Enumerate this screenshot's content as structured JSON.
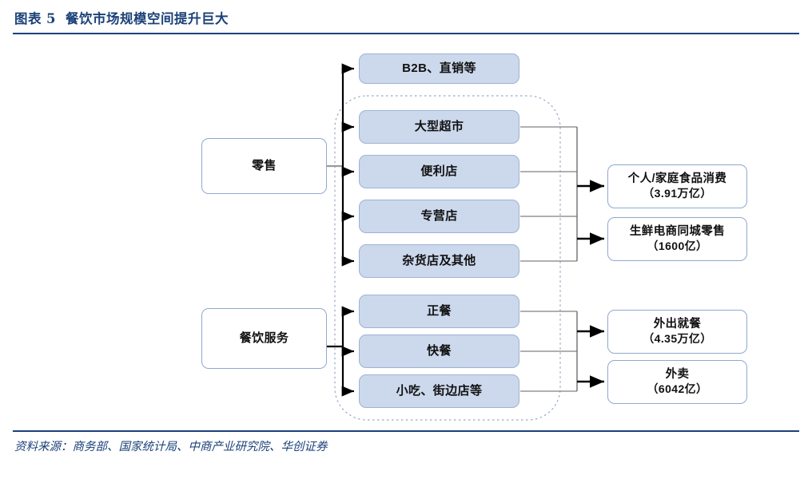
{
  "figure": {
    "label": "图表",
    "number": "5",
    "title": "餐饮市场规模空间提升巨大",
    "source_note": "资料来源：商务部、国家统计局、中商产业研究院、华创证券",
    "accent_color": "#1b4178",
    "node_fill_color": "#ccd8ec",
    "node_border_color": "#9db3d4"
  },
  "diagram": {
    "type": "flowchart",
    "sources": [
      {
        "id": "retail",
        "label": "零售"
      },
      {
        "id": "foodservice",
        "label": "餐饮服务"
      }
    ],
    "channels": [
      {
        "id": "b2b",
        "label": "B2B、直销等",
        "parent": "retail",
        "in_group": false
      },
      {
        "id": "hypermarket",
        "label": "大型超市",
        "parent": "retail",
        "in_group": true
      },
      {
        "id": "convenience",
        "label": "便利店",
        "parent": "retail",
        "in_group": true
      },
      {
        "id": "specialty",
        "label": "专营店",
        "parent": "retail",
        "in_group": true
      },
      {
        "id": "grocery",
        "label": "杂货店及其他",
        "parent": "retail",
        "in_group": true
      },
      {
        "id": "fulldining",
        "label": "正餐",
        "parent": "foodservice",
        "in_group": true
      },
      {
        "id": "fastfood",
        "label": "快餐",
        "parent": "foodservice",
        "in_group": true
      },
      {
        "id": "snack",
        "label": "小吃、街边店等",
        "parent": "foodservice",
        "in_group": true
      }
    ],
    "outcomes": [
      {
        "id": "household",
        "label": "个人/家庭食品消费",
        "value": "（3.91万亿）",
        "from": [
          "hypermarket",
          "convenience",
          "specialty"
        ]
      },
      {
        "id": "fresh_ecom",
        "label": "生鲜电商同城零售",
        "value": "（1600亿）",
        "from": [
          "specialty",
          "grocery"
        ]
      },
      {
        "id": "dining_out",
        "label": "外出就餐",
        "value": "（4.35万亿）",
        "from": [
          "fulldining",
          "fastfood"
        ]
      },
      {
        "id": "takeaway",
        "label": "外卖",
        "value": "（6042亿）",
        "from": [
          "fastfood",
          "snack"
        ]
      }
    ]
  }
}
